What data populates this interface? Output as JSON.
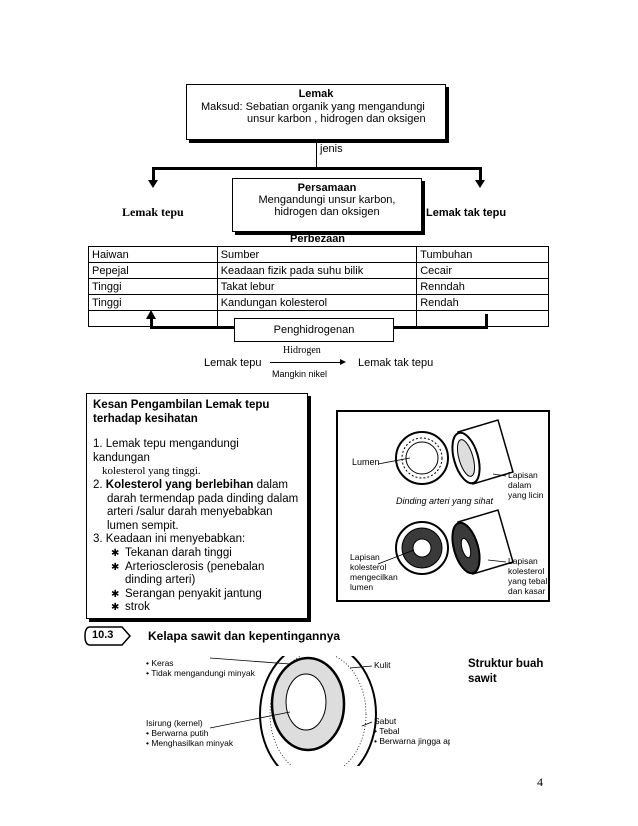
{
  "top_box": {
    "title": "Lemak",
    "line1": "Maksud:  Sebatian organik yang mengandungi",
    "line2": "unsur  karbon , hidrogen dan oksigen"
  },
  "jenis_label": "jenis",
  "persamaan": {
    "title": "Persamaan",
    "line1": "Mengandungi unsur karbon,",
    "line2": "hidrogen dan oksigen"
  },
  "left_heading": "Lemak tepu",
  "right_heading": "Lemak tak tepu",
  "perbezaan_label": "Perbezaan",
  "comparison_rows": [
    [
      "Haiwan",
      "Sumber",
      "Tumbuhan"
    ],
    [
      "Pepejal",
      "Keadaan fizik pada suhu bilik",
      "Cecair"
    ],
    [
      "Tinggi",
      "Takat lebur",
      "Renndah"
    ],
    [
      "Tinggi",
      "Kandungan kolesterol",
      "Rendah"
    ],
    [
      "",
      "",
      ""
    ]
  ],
  "penghidrogenan_label": "Penghidrogenan",
  "reaction": {
    "left": "Lemak tepu",
    "above": "Hidrogen",
    "below": "Mangkin nikel",
    "right": "Lemak tak tepu"
  },
  "kesan": {
    "title_line1": "Kesan Pengambilan Lemak tepu",
    "title_line2": "terhadap kesihatan",
    "p1_a": "1.  Lemak tepu mengandungi",
    "p1_b": "kandungan",
    "p1_c": "kolesterol yang tinggi.",
    "p2_num": "2.",
    "p2_bold": "Kolesterol  yang berlebihan",
    "p2_rest": "dalam",
    "p2_l2": "darah termendap pada dinding dalam",
    "p2_l3": "arteri /salur darah menyebabkan",
    "p2_l4": "lumen sempit.",
    "p3": "3.  Keadaan ini menyebabkan:",
    "bullets": [
      "Tekanan darah tinggi",
      "Arteriosclerosis (penebalan",
      "dinding arteri)",
      "Serangan penyakit jantung",
      "strok"
    ]
  },
  "artery_figure": {
    "lumen": "Lumen",
    "lapisan_licin": [
      "Lapisan dalam",
      "yang licin"
    ],
    "caption": "Dinding arteri yang sihat",
    "lapisan_kol_left": [
      "Lapisan",
      "kolesterol",
      "mengecilkan",
      "lumen"
    ],
    "lapisan_kol_right": [
      "Lapisan kolesterol",
      "yang tebal",
      "dan kasar"
    ]
  },
  "section": {
    "number": "10.3",
    "title": "Kelapa sawit dan kepentingannya"
  },
  "palm_figure": {
    "caption_line1": "Struktur buah",
    "caption_line2": "sawit",
    "left_top": [
      "Keras",
      "Tidak mengandungi minyak"
    ],
    "isirung": "Isirung (kernel)",
    "isirung_bullets": [
      "Berwarna putih",
      "Menghasilkan minyak"
    ],
    "kulit": "Kulit",
    "sabut": "Sabut",
    "sabut_bullets": [
      "Tebal",
      "Berwarna jingga apabila masak"
    ]
  },
  "page_number": "4",
  "colors": {
    "ink": "#000000",
    "paper": "#ffffff",
    "fat_grey": "#3a3a3a"
  }
}
